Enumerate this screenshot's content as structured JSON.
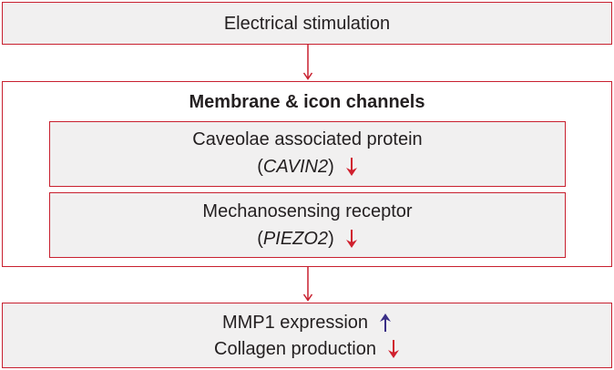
{
  "top_box": {
    "label": "Electrical stimulation"
  },
  "membrane_box": {
    "title": "Membrane & icon channels",
    "items": [
      {
        "name": "Caveolae associated protein",
        "gene": "CAVIN2",
        "direction": "down"
      },
      {
        "name": "Mechanosensing receptor",
        "gene": "PIEZO2",
        "direction": "down"
      }
    ]
  },
  "bottom_box": {
    "lines": [
      {
        "label": "MMP1 expression",
        "direction": "up"
      },
      {
        "label": "Collagen production",
        "direction": "down"
      }
    ]
  },
  "colors": {
    "border": "#c8202f",
    "box_fill": "#f1f0f0",
    "down_arrow": "#d0202e",
    "up_arrow": "#3a2e86",
    "connector": "#c8202f"
  },
  "paren_open": "(",
  "paren_close": ")"
}
